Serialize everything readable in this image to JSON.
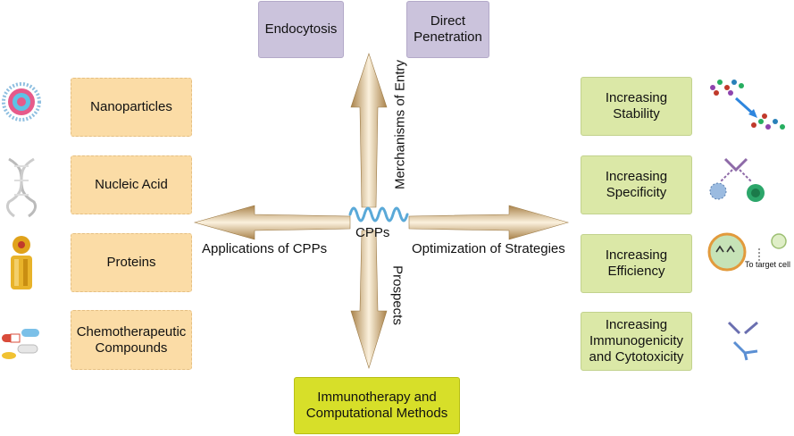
{
  "center": {
    "label": "CPPs"
  },
  "arrows": {
    "up_label": "Merchanisms of Entry",
    "down_label": "Prospects",
    "left_label": "Applications of CPPs",
    "right_label": "Optimization of Strategies"
  },
  "mechanisms": [
    {
      "label": "Endocytosis"
    },
    {
      "label": "Direct\nPenetration"
    }
  ],
  "applications": [
    {
      "label": "Nanoparticles"
    },
    {
      "label": "Nucleic Acid"
    },
    {
      "label": "Proteins"
    },
    {
      "label": "Chemotherapeutic\nCompounds"
    }
  ],
  "optimizations": [
    {
      "label": "Increasing\nStability"
    },
    {
      "label": "Increasing\nSpecificity"
    },
    {
      "label": "Increasing\nEfficiency"
    },
    {
      "label": "Increasing\nImmunogenicity\nand Cytotoxicity"
    }
  ],
  "prospect": {
    "label": "Immunotherapy and\nComputational Methods"
  },
  "annotations": {
    "target_cell": "To target cell"
  },
  "colors": {
    "mechanism_box": "#cbc3dc",
    "application_box": "#fbdca6",
    "optimization_box": "#dbe8a7",
    "prospect_box": "#d7df29",
    "arrow": "#c9a66b",
    "cpp_squiggle": "#5aa9d8"
  }
}
